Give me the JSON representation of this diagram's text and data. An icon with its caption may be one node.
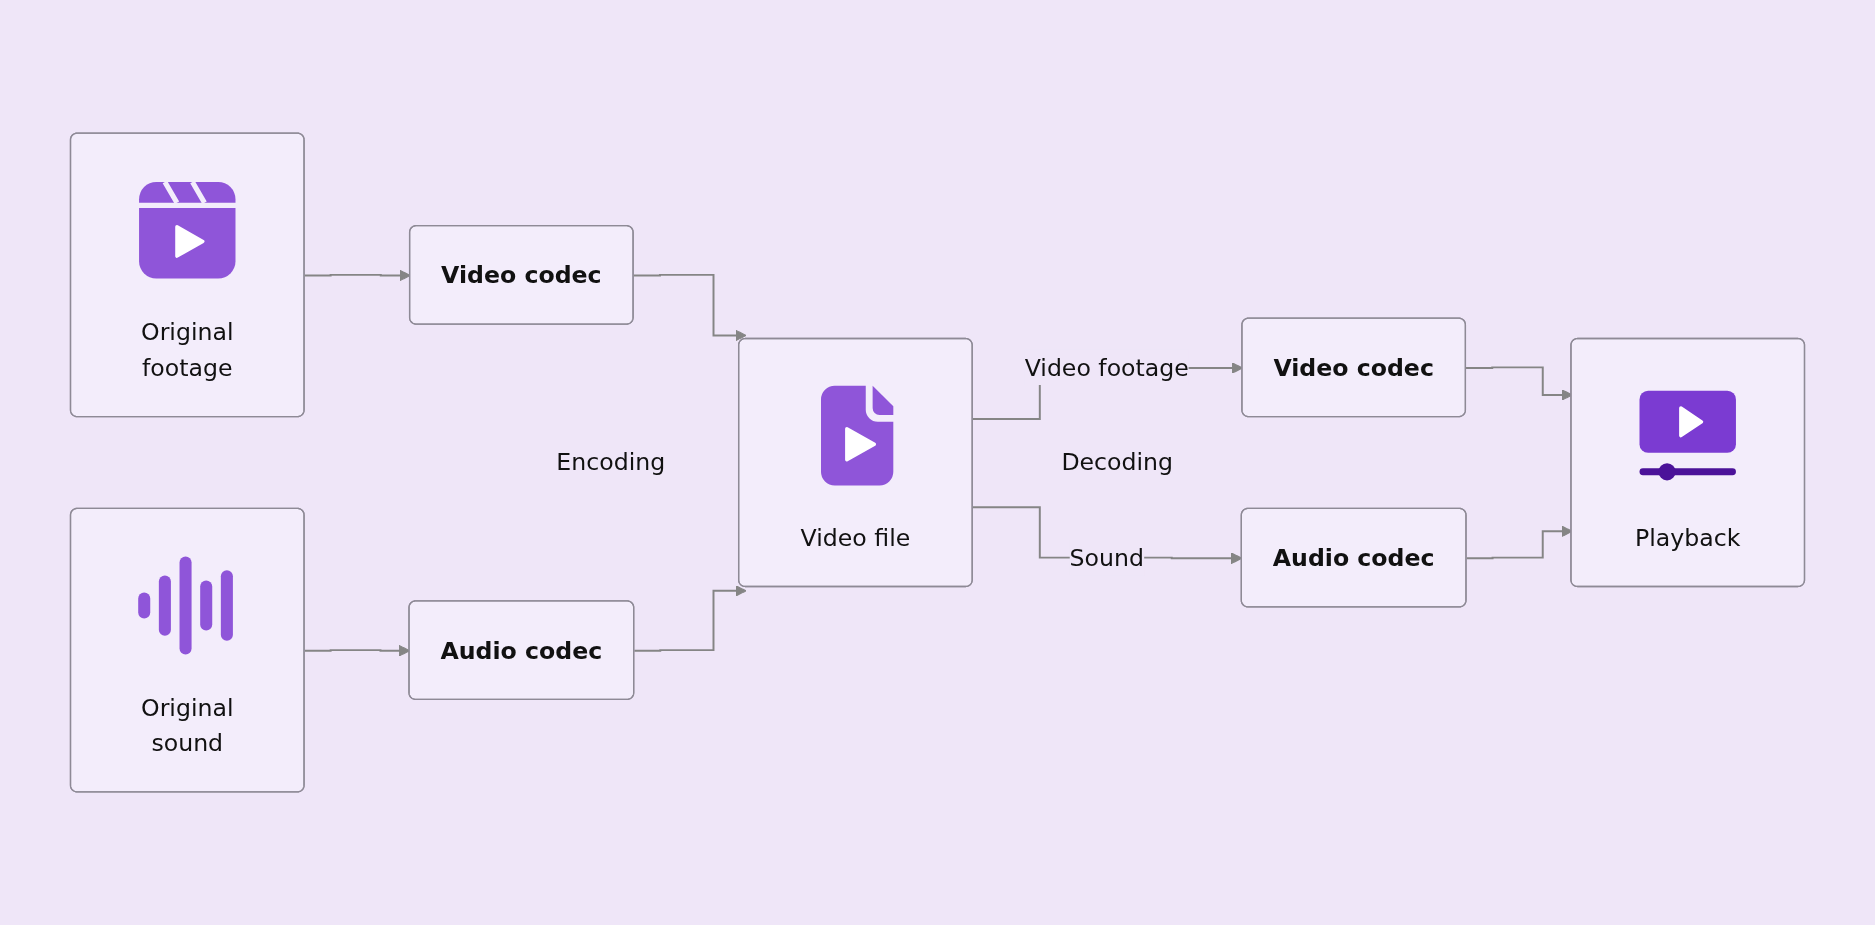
{
  "diagram": {
    "nodes": [
      {
        "text": [
          "Original footage"
        ]
      },
      {
        "text": [
          "Original sound"
        ]
      },
      {
        "text": [
          "Video codec"
        ]
      },
      {
        "text": [
          "Audio codec"
        ]
      },
      {
        "text": [
          "Video file"
        ]
      },
      {
        "text": [
          "Video codec"
        ]
      },
      {
        "text": [
          "Audio codec"
        ]
      },
      {
        "text": [
          "Playback"
        ]
      }
    ],
    "edges": [
      {
        "from": 0,
        "to": 2,
        "arrow": "to"
      },
      {
        "from": 1,
        "to": 3,
        "arrow": "to"
      },
      {
        "from": 2,
        "to": 4,
        "arrow": "to"
      },
      {
        "from": 3,
        "to": 4,
        "arrow": "to"
      },
      {
        "from": 4,
        "to": 5,
        "arrow": "to",
        "label": "Video footage"
      },
      {
        "from": 4,
        "to": 6,
        "arrow": "to",
        "label": "Sound"
      },
      {
        "from": 5,
        "to": 7,
        "arrow": "to"
      },
      {
        "from": 6,
        "to": 7,
        "arrow": "to"
      }
    ],
    "labels": [
      "Encoding",
      "Decoding"
    ]
  }
}
